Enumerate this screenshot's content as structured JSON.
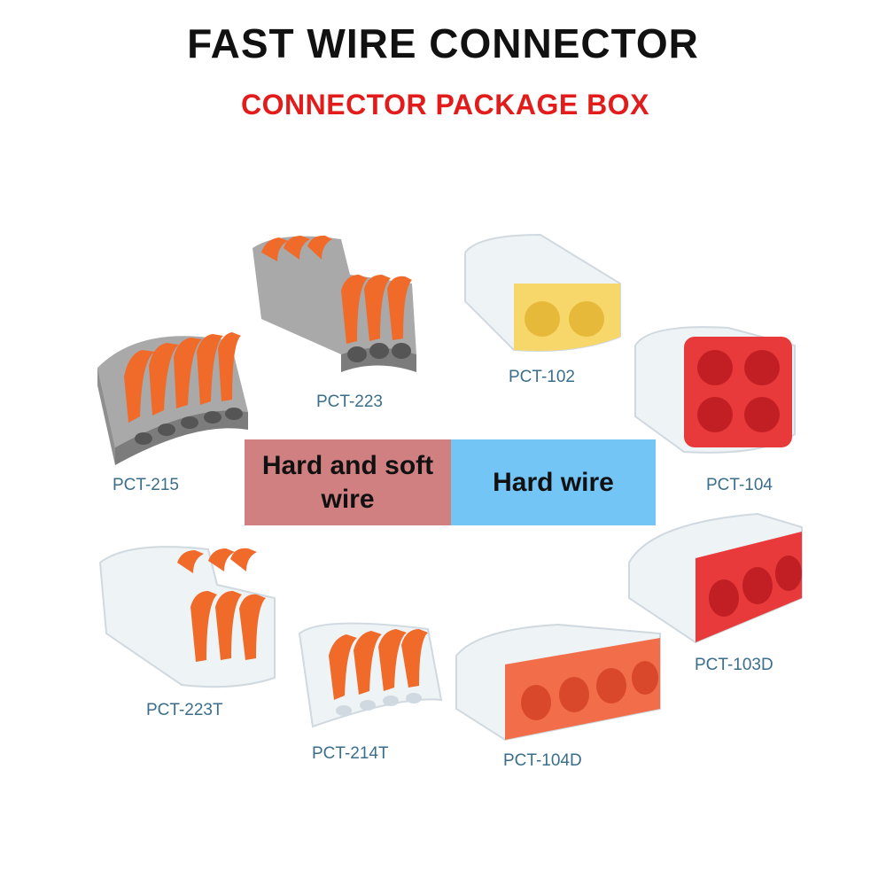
{
  "title": "FAST WIRE CONNECTOR",
  "subtitle": "CONNECTOR PACKAGE BOX",
  "legend": {
    "left": "Hard and soft wire",
    "right": "Hard wire",
    "left_color": "#d08081",
    "right_color": "#72c5f4"
  },
  "colors": {
    "title": "#111111",
    "subtitle": "#e21b1b",
    "label": "#3b6e8c",
    "lever_orange": "#f06a2a",
    "housing_gray": "#a9a9a9",
    "insert_red": "#e83a3a",
    "insert_yellow": "#f7d76a"
  },
  "products": [
    {
      "model": "PCT-215"
    },
    {
      "model": "PCT-223"
    },
    {
      "model": "PCT-102"
    },
    {
      "model": "PCT-104"
    },
    {
      "model": "PCT-223T"
    },
    {
      "model": "PCT-214T"
    },
    {
      "model": "PCT-104D"
    },
    {
      "model": "PCT-103D"
    }
  ]
}
